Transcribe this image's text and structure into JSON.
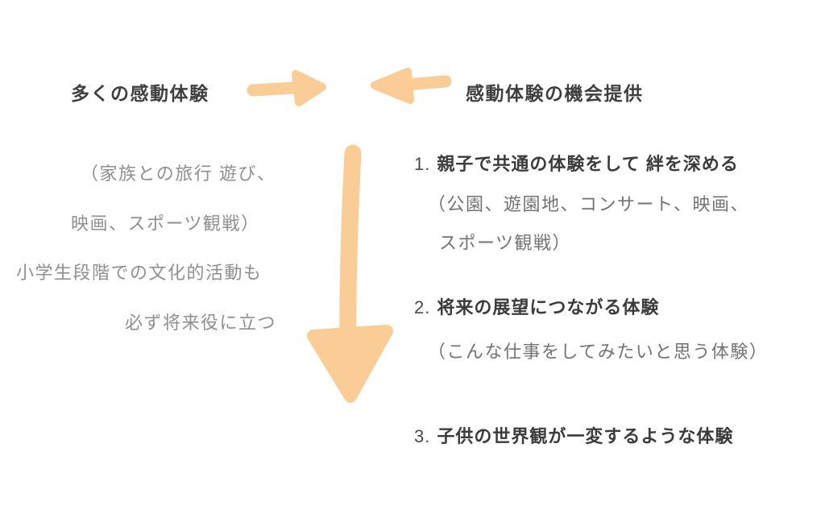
{
  "diagram": {
    "left_header": "多くの感動体験",
    "right_header": "感動体験の機会提供",
    "left_block": {
      "lines": [
        "（家族との旅行 遊び、",
        "映画、スポーツ観戦）",
        "小学生段階での文化的活動も",
        "必ず将来役に立つ"
      ]
    },
    "right_list": [
      {
        "number": "1.",
        "title": "親子で共通の体験をして 絆を深める",
        "sub_lines": [
          "（公園、遊園地、コンサート、映画、",
          "スポーツ観戦）"
        ]
      },
      {
        "number": "2.",
        "title": "将来の展望につながる体験",
        "sub_lines": [
          "（こんな仕事をしてみたいと思う体験）"
        ]
      },
      {
        "number": "3.",
        "title": "子供の世界観が一変するような体験",
        "sub_lines": []
      }
    ],
    "icons": {
      "arrow_right": "arrow-right-icon",
      "arrow_left": "arrow-left-icon",
      "arrow_down": "arrow-down-icon"
    },
    "colors": {
      "arrow": "#FACD96",
      "heading": "#3F3F3F",
      "muted": "#8F8F8F"
    }
  }
}
